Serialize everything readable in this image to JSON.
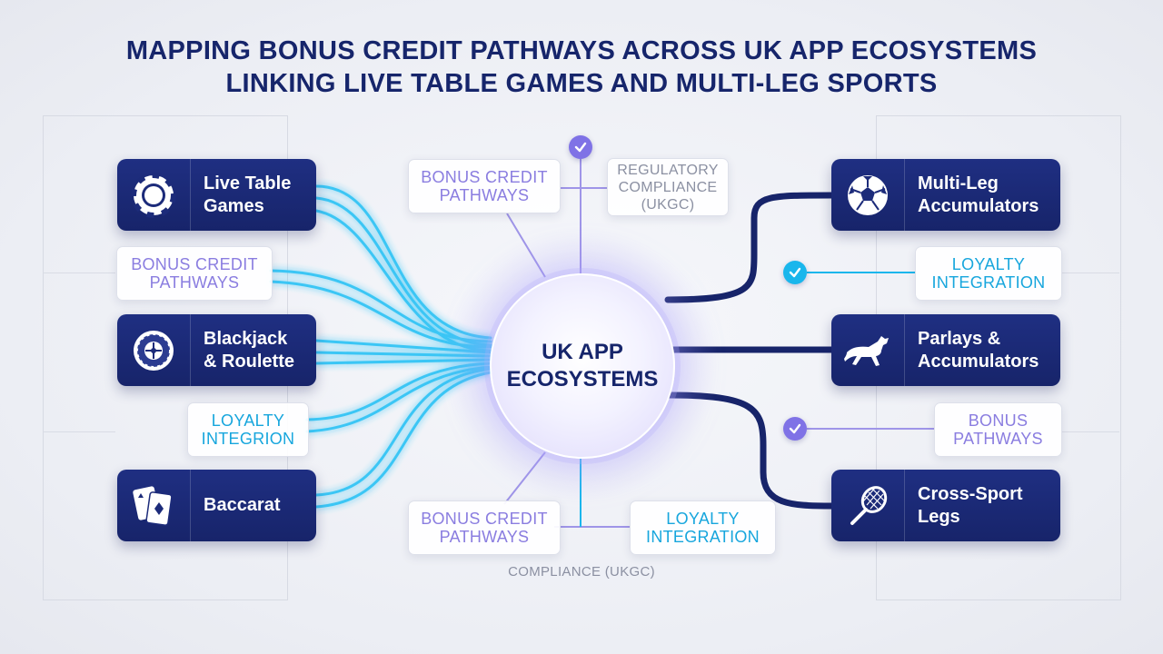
{
  "title_line1": "MAPPING BONUS CREDIT PATHWAYS ACROSS UK APP ECOSYSTEMS",
  "title_line2": "LINKING LIVE TABLE GAMES AND MULTI-LEG SPORTS",
  "hub": {
    "label": "UK APP\nECOSYSTEMS"
  },
  "left_nodes": [
    {
      "label": "Live Table\nGames",
      "icon": "casino-chip-icon"
    },
    {
      "label": "Blackjack\n& Roulette",
      "icon": "roulette-wheel-icon"
    },
    {
      "label": "Baccarat",
      "icon": "playing-cards-icon"
    }
  ],
  "right_nodes": [
    {
      "label": "Multi-Leg\nAccumulators",
      "icon": "soccer-ball-icon"
    },
    {
      "label": "Parlays &\nAccumulators",
      "icon": "racehorse-icon"
    },
    {
      "label": "Cross-Sport\nLegs",
      "icon": "tennis-racket-icon"
    }
  ],
  "left_tags": [
    {
      "label": "BONUS CREDIT\nPATHWAYS"
    },
    {
      "label": "LOYALTY\nINTEGRION"
    }
  ],
  "right_tags": [
    {
      "label": "LOYALTY\nINTEGRATION"
    },
    {
      "label": "BONUS\nPATHWAYS"
    }
  ],
  "top_tags": [
    {
      "label": "BONUS CREDIT\nPATHWAYS"
    },
    {
      "label": "REGULATORY\nCOMPLIANCE\n(UKGC)"
    }
  ],
  "bottom_tags": [
    {
      "label": "BONUS CREDIT\nPATHWAYS"
    },
    {
      "label": "LOYALTY\nINTEGRATION"
    }
  ],
  "footer": "COMPLIANCE (UKGC)",
  "colors": {
    "navy": "#17246a",
    "cyan_glow": "#33c4f5",
    "purple": "#8a7de0",
    "cyan_text": "#17a6dd",
    "check_purple": "#7f72e6",
    "check_cyan": "#19b6ec"
  }
}
